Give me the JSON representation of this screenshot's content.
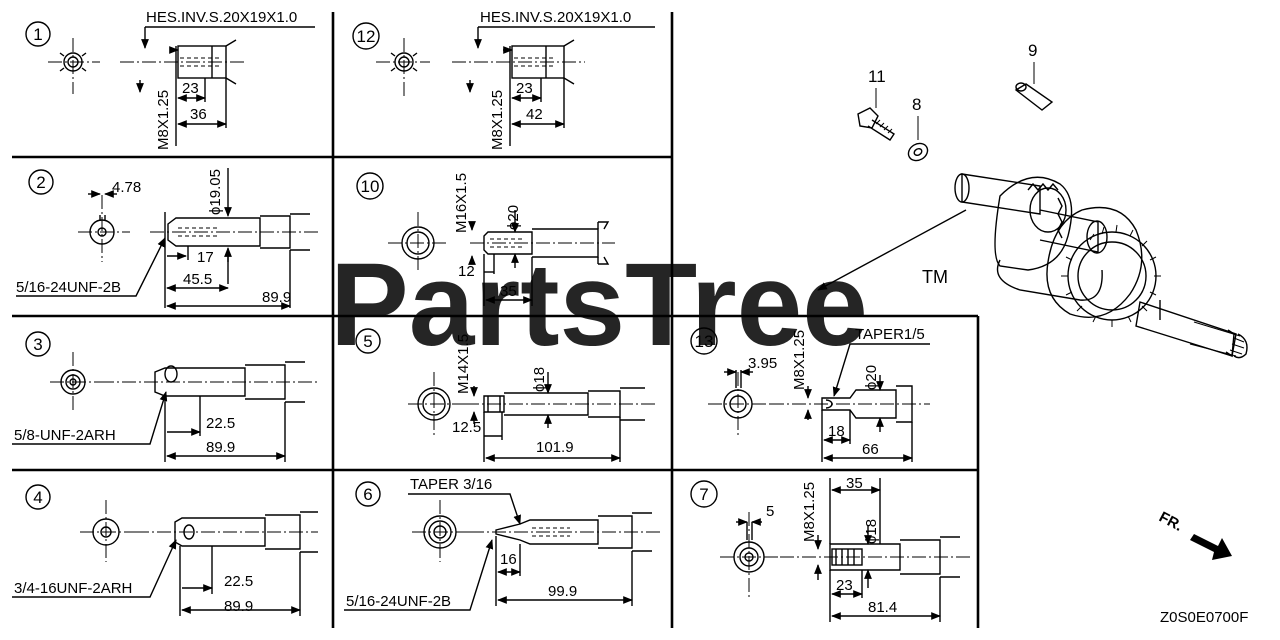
{
  "watermark": {
    "text": "PartsTree",
    "tm": "TM"
  },
  "diagram_code": "Z0S0E0700F",
  "front_label": "FR.",
  "callouts": {
    "n8": "8",
    "n9": "9",
    "n11": "11"
  },
  "panels": {
    "p1": {
      "num": "1",
      "spec": "HES.INV.S.20X19X1.0",
      "thread": "M8X1.25",
      "d1": "23",
      "d2": "36"
    },
    "p12": {
      "num": "12",
      "spec": "HES.INV.S.20X19X1.0",
      "thread": "M8X1.25",
      "d1": "23",
      "d2": "42"
    },
    "p2": {
      "num": "2",
      "key": "4.78",
      "dia": "ϕ19.05",
      "thread": "5/16-24UNF-2B",
      "d1": "17",
      "d2": "45.5",
      "d3": "89.9"
    },
    "p10": {
      "num": "10",
      "thread": "M16X1.5",
      "dia": "ϕ20",
      "d1": "12",
      "d2": "35"
    },
    "p3": {
      "num": "3",
      "thread": "5/8-UNF-2ARH",
      "d1": "22.5",
      "d2": "89.9"
    },
    "p5": {
      "num": "5",
      "thread": "M14X1.5",
      "dia": "ϕ18",
      "d1": "12.5",
      "d2": "101.9"
    },
    "p13": {
      "num": "13",
      "key": "3.95",
      "thread": "M8X1.25",
      "taper": "TAPER1/5",
      "dia": "ϕ20",
      "d1": "18",
      "d2": "66"
    },
    "p4": {
      "num": "4",
      "thread": "3/4-16UNF-2ARH",
      "d1": "22.5",
      "d2": "89.9"
    },
    "p6": {
      "num": "6",
      "taper": "TAPER 3/16",
      "thread": "5/16-24UNF-2B",
      "d1": "16",
      "d2": "99.9"
    },
    "p7": {
      "num": "7",
      "key": "5",
      "thread": "M8X1.25",
      "top": "35",
      "dia": "ϕ18",
      "d1": "23",
      "d2": "81.4"
    }
  }
}
